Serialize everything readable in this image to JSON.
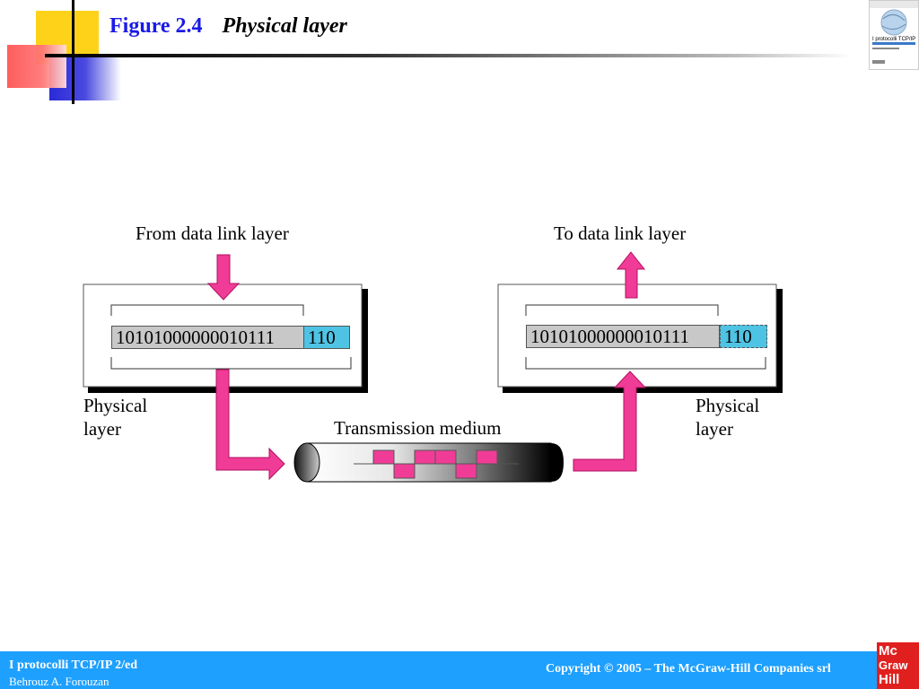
{
  "header": {
    "figure_label": "Figure 2.4",
    "figure_title": "Physical layer"
  },
  "book_thumbnail": {
    "caption": "I protocolli TCP/IP"
  },
  "diagram": {
    "from_label": "From data link layer",
    "to_label": "To data link layer",
    "sender": {
      "data_bits": "10101000000010111",
      "trailer_bits": "110",
      "layer_label_line1": "Physical",
      "layer_label_line2": "layer"
    },
    "receiver": {
      "data_bits": "10101000000010111",
      "trailer_bits": "110",
      "layer_label_line1": "Physical",
      "layer_label_line2": "layer"
    },
    "medium_label": "Transmission medium",
    "colors": {
      "arrow": "#f03c96",
      "arrow_stroke": "#b01060",
      "trailer": "#4fc3e3",
      "data_bits": "#c8c8c8",
      "signal": "#f03c96"
    }
  },
  "footer": {
    "book_title": "I protocolli TCP/IP 2/ed",
    "author": "Behrouz A. Forouzan",
    "copyright": "Copyright © 2005 – The McGraw-Hill Companies srl",
    "logo_line1": "Mc",
    "logo_line2": "Graw",
    "logo_line3": "Hill"
  }
}
